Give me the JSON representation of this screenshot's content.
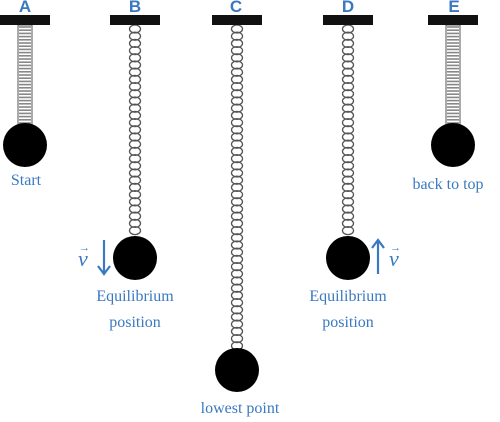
{
  "colors": {
    "label": "#3a79c0",
    "mass": "#000000",
    "spring": "#888888",
    "bar": "#111111"
  },
  "columns": [
    {
      "label": "A",
      "state": "compressed"
    },
    {
      "label": "B",
      "state": "equilibrium-moving-down"
    },
    {
      "label": "C",
      "state": "fully-stretched"
    },
    {
      "label": "D",
      "state": "equilibrium-moving-up"
    },
    {
      "label": "E",
      "state": "compressed"
    }
  ],
  "captions": {
    "start": "Start",
    "equilibrium_b_line1": "Equilibrium",
    "equilibrium_b_line2": "position",
    "lowest": "lowest point",
    "equilibrium_d_line1": "Equilibrium",
    "equilibrium_d_line2": "position",
    "back_to_top": "back to top"
  },
  "velocity": {
    "symbol": "v",
    "vector_mark": "⃗",
    "b_direction": "down",
    "d_direction": "up"
  }
}
